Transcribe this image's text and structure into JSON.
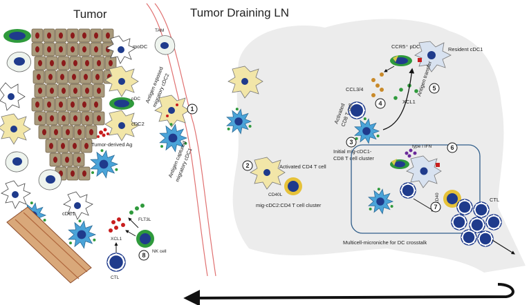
{
  "titles": {
    "tumor": "Tumor",
    "lymph_node": "Tumor Draining LN"
  },
  "cells": {
    "tam": "TAM",
    "modc": "moDC",
    "pdc": "pDC",
    "cdc2": "cDC2",
    "cdc1_tumor": "cDC1",
    "nk_cell": "NK cell",
    "ctl_tumor": "CTL",
    "ccr5_pdc": "CCR5⁺ pDC",
    "resident_cdc1": "Resident cDC1",
    "activated_cd8_line1": "Activated",
    "activated_cd8_line2": "CD8 T cell",
    "activated_cd4": "Activated CD4 T cell",
    "ctl_ln": "CTL"
  },
  "molecules": {
    "tumor_ag": "Tumor-derived Ag",
    "xcl1_tumor": "XCL1",
    "flt3l": "FLT3L",
    "ccl34": "CCL3/4",
    "xcl1_ln": "XCL1",
    "type1_ifn": "type I IFN",
    "cd40l": "CD40L",
    "cd40": "CD40"
  },
  "labels": {
    "ag_exposed_line1": "Antigen exposed",
    "ag_exposed_line2": "migratory cDC2",
    "ag_captured_line1": "Antigen captured",
    "ag_captured_line2": "migratory cDC1",
    "antigen_transfer": "Antigen transfer",
    "cluster_cd8_line1": "Initial mig-cDC1-",
    "cluster_cd8_line2": "CD8 T cell cluster",
    "cluster_cd4": "mig-cDC2:CD4 T cell cluster",
    "microniche": "Multicell-microniche for DC crosstalk"
  },
  "steps": [
    "1",
    "2",
    "3",
    "4",
    "5",
    "6",
    "7",
    "8"
  ],
  "colors": {
    "tumor_cell": "#a89a7c",
    "tumor_nucleus": "#8b1a1a",
    "cdc1": "#4aa3d8",
    "cdc2": "#f2e6a8",
    "t_cell": "#1f3b8c",
    "pdc_green": "#2f9a3c",
    "ln_bg": "#ececec",
    "vessel": "#e07070",
    "chemokine_orange": "#c98a2a",
    "chemokine_green": "#2f9a3c",
    "chemokine_red": "#c81e1e",
    "ifn_purple": "#6a2a9a",
    "box": "#2f5d8a"
  }
}
